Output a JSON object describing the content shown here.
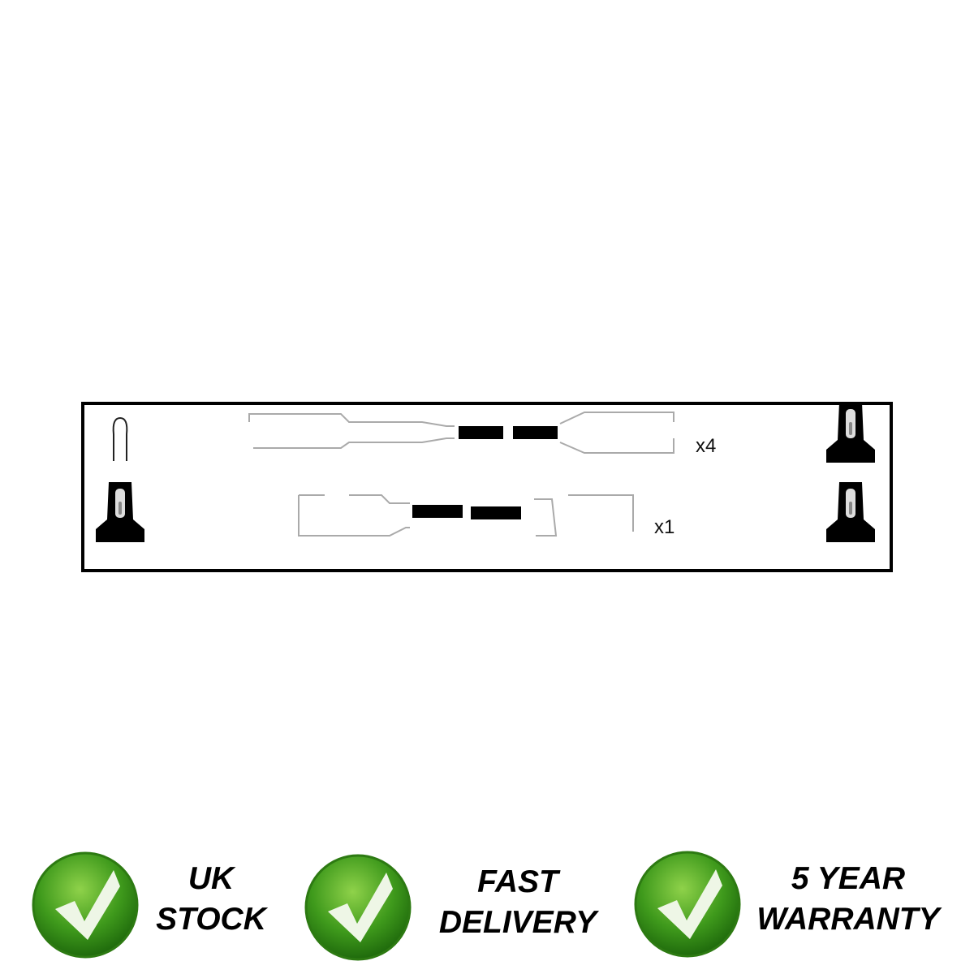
{
  "diagram": {
    "rows": [
      {
        "quantity_label": "x4"
      },
      {
        "quantity_label": "x1"
      }
    ]
  },
  "badges": [
    {
      "icon": "green-check-icon",
      "line1": "UK",
      "line2": "STOCK"
    },
    {
      "icon": "green-check-icon",
      "line1": "FAST",
      "line2": "DELIVERY"
    },
    {
      "icon": "green-check-icon",
      "line1": "5 YEAR",
      "line2": "WARRANTY"
    }
  ],
  "colors": {
    "badge_green": "#3f9a1c",
    "outline": "#000000"
  }
}
